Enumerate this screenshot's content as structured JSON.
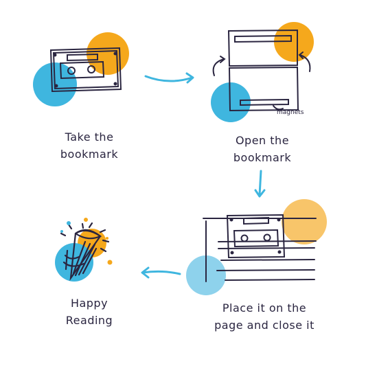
{
  "steps": [
    {
      "id": 1,
      "lines": [
        "Take the",
        "bookmark"
      ]
    },
    {
      "id": 2,
      "lines": [
        "Open the",
        "bookmark"
      ]
    },
    {
      "id": 3,
      "lines": [
        "Place it on the",
        "page and close it"
      ]
    },
    {
      "id": 4,
      "lines": [
        "Happy",
        "Reading"
      ]
    }
  ],
  "annotations": {
    "magnets": "magnets"
  },
  "colors": {
    "ink": "#2a2540",
    "orange": "#f5a81c",
    "orange_light": "#f8c56a",
    "blue": "#3fb6df",
    "blue_light": "#8ed2ec"
  }
}
